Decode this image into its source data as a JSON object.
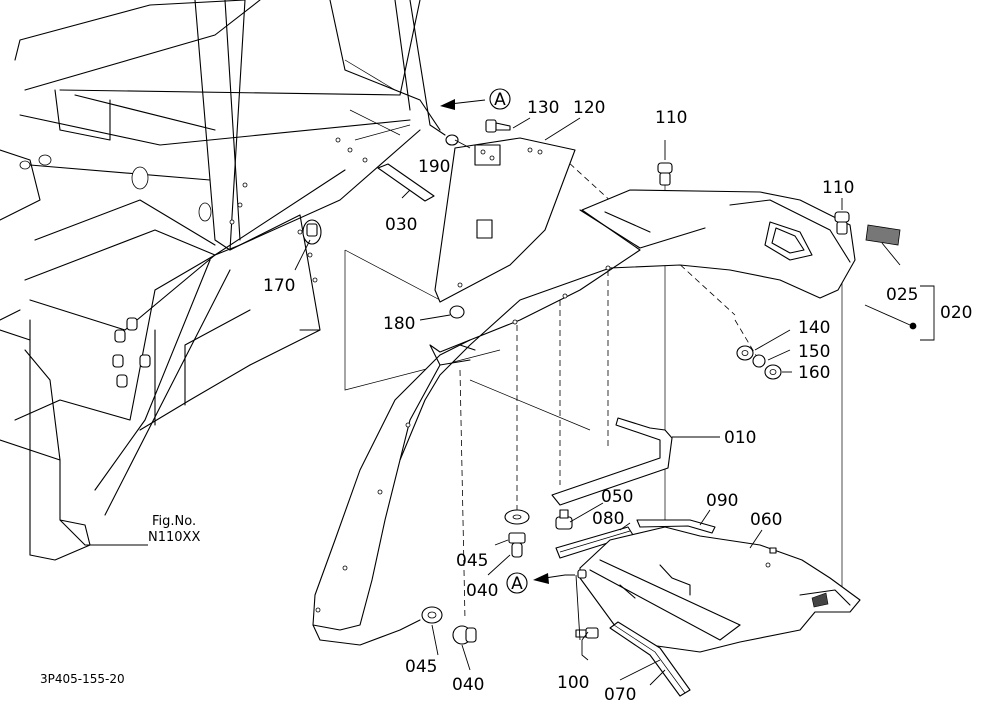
{
  "fig_ref": {
    "line1": "Fig.No.",
    "line2": "N110XX"
  },
  "drawing_code": "3P405-155-20",
  "view_marker": "A",
  "callouts": {
    "p010": "010",
    "p020": "020",
    "p025": "025",
    "p030": "030",
    "p040": "040",
    "p045": "045",
    "p050": "050",
    "p060": "060",
    "p070": "070",
    "p080": "080",
    "p090": "090",
    "p100": "100",
    "p110": "110",
    "p120": "120",
    "p130": "130",
    "p140": "140",
    "p150": "150",
    "p160": "160",
    "p170": "170",
    "p180": "180",
    "p190": "190"
  }
}
